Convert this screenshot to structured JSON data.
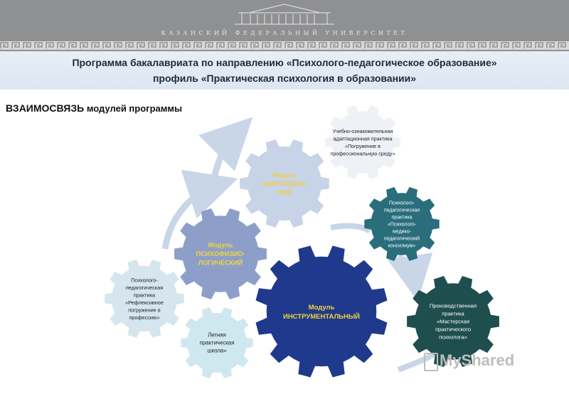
{
  "header": {
    "university": "КАЗАНСКИЙ ФЕДЕРАЛЬНЫЙ УНИВЕРСИТЕТ"
  },
  "title": {
    "line1": "Программа бакалавриата по направлению «Психолого-педагогическое образование»",
    "line2": "профиль «Практическая психология в образовании»"
  },
  "subtitle": {
    "caps": "ВЗАИМОСВЯЗЬ",
    "rest": " модулей программы"
  },
  "gears": {
    "adapt": {
      "lines": [
        "Модуль",
        "АДАПТАЦИОН-",
        "НЫЙ"
      ],
      "fill": "#c7d3e6",
      "text_color": "#f0d03a"
    },
    "psychophys": {
      "lines": [
        "Модуль",
        "ПСИХОФИЗИО-",
        "ЛОГИЧЕСКИЙ"
      ],
      "fill": "#8d9fc9",
      "text_color": "#f3d43a"
    },
    "instrumental": {
      "lines": [
        "Модуль",
        "ИНСТРУМЕНТАЛЬНЫЙ"
      ],
      "fill": "#1f3a8c",
      "text_color": "#f3d43a"
    },
    "ucheb": {
      "lines": [
        "Учебно-ознакомительная",
        "адаптационная практика",
        "«Погружение в",
        "профессиональную среду»"
      ],
      "fill": "#eef2f6",
      "text_color": "#222222"
    },
    "konsilium": {
      "lines": [
        "Психолого-",
        "педагогическая",
        "практика",
        "«Психолого-",
        "медико-",
        "педагогический",
        "консилиум»"
      ],
      "fill": "#2a6e7c",
      "text_color": "#ffffff"
    },
    "refleks": {
      "lines": [
        "Психолого-",
        "педагогическая",
        "практика",
        "«Рефлексивное",
        "погружение в",
        "профессию»"
      ],
      "fill": "#d6e6ee",
      "text_color": "#222222"
    },
    "letnyaya": {
      "lines": [
        "Летняя",
        "практическая",
        "школа»"
      ],
      "fill": "#cfe8ef",
      "text_color": "#222222"
    },
    "proizv": {
      "lines": [
        "Производственная",
        "практика",
        "«Мастерская",
        "практического",
        "психолога»"
      ],
      "fill": "#1f4e4e",
      "text_color": "#ffffff"
    }
  },
  "watermark": "MyShared"
}
